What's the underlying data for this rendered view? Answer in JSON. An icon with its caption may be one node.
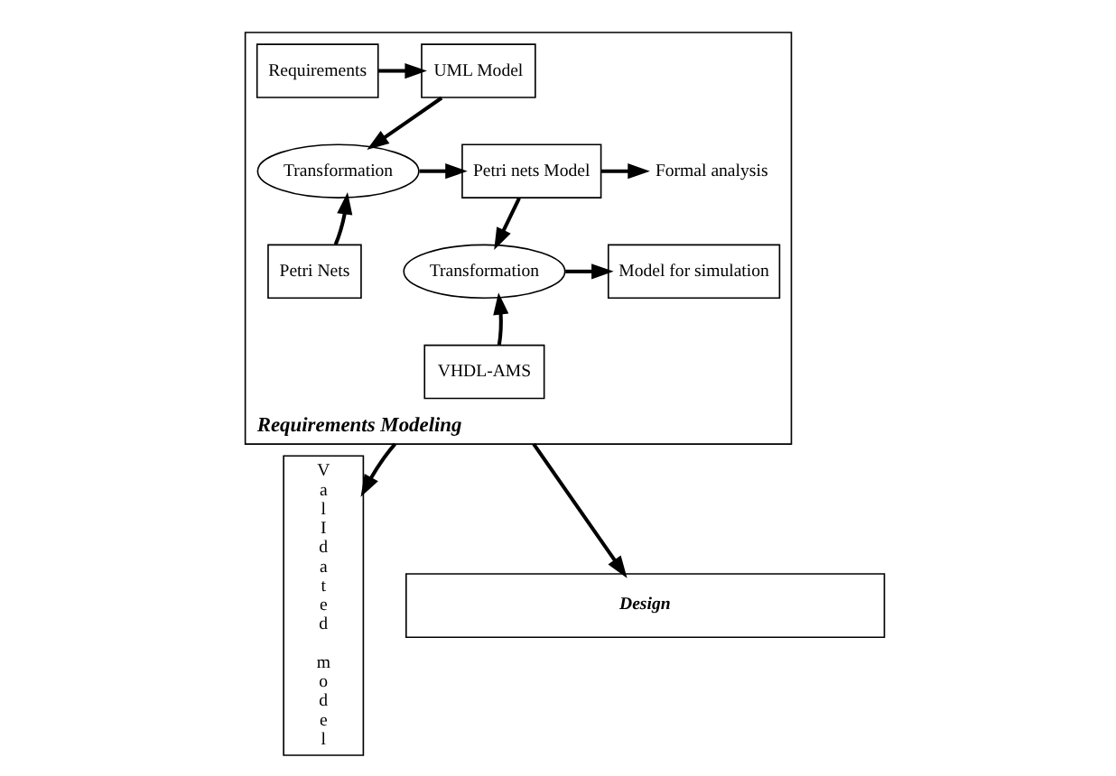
{
  "diagram": {
    "nodes": [
      {
        "text": [
          "Requirements Modeling"
        ]
      },
      {
        "text": [
          "Requirements"
        ],
        "in": 0
      },
      {
        "text": [
          "UML Model"
        ],
        "in": 0
      },
      {
        "text": [
          "Transformation"
        ],
        "in": 0
      },
      {
        "text": [
          "Petri Nets"
        ],
        "in": 0
      },
      {
        "text": [
          "Petri nets Model"
        ],
        "in": 0
      },
      {
        "text": [
          "Formal analysis"
        ],
        "in": 0
      },
      {
        "text": [
          "Transformation"
        ],
        "in": 0
      },
      {
        "text": [
          "Model for simulation"
        ],
        "in": 0
      },
      {
        "text": [
          "VHDL-AMS"
        ],
        "in": 0
      },
      {
        "text": [
          "ValIdated model"
        ]
      },
      {
        "text": [
          "Design"
        ]
      }
    ],
    "edges": [
      {
        "from": 1,
        "to": 2,
        "arrow": "to"
      },
      {
        "from": 2,
        "to": 3,
        "arrow": "to"
      },
      {
        "from": 4,
        "to": 3,
        "arrow": "to"
      },
      {
        "from": 3,
        "to": 5,
        "arrow": "to"
      },
      {
        "from": 5,
        "to": 6,
        "arrow": "to"
      },
      {
        "from": 5,
        "to": 7,
        "arrow": "to"
      },
      {
        "from": 9,
        "to": 7,
        "arrow": "to"
      },
      {
        "from": 7,
        "to": 8,
        "arrow": "to"
      },
      {
        "from": 0,
        "to": 10,
        "arrow": "to"
      },
      {
        "from": 0,
        "to": 11,
        "arrow": "to"
      }
    ]
  }
}
